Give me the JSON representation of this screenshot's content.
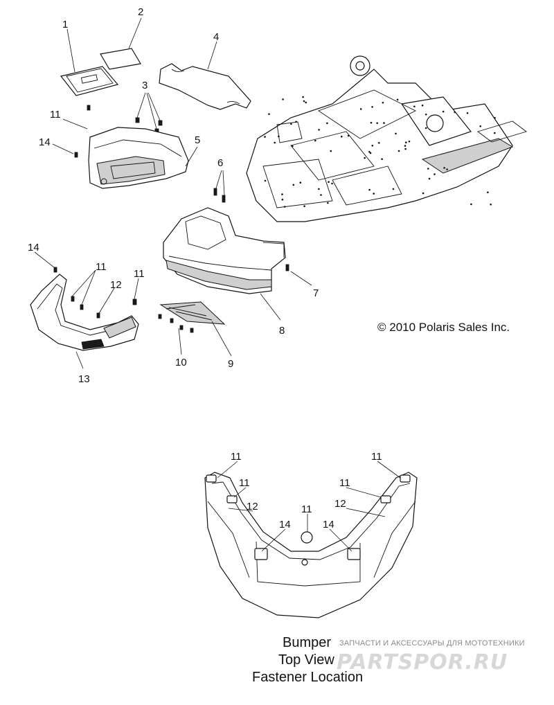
{
  "callouts": {
    "c1": "1",
    "c2": "2",
    "c3": "3",
    "c4": "4",
    "c5": "5",
    "c6": "6",
    "c7": "7",
    "c8": "8",
    "c9": "9",
    "c10": "10",
    "c11": "11",
    "c12": "12",
    "c13": "13",
    "c14": "14"
  },
  "copyright": "© 2010 Polaris Sales Inc.",
  "bumper_caption": {
    "line1": "Bumper",
    "line2": "Top View",
    "line3": "Fastener Location"
  },
  "watermark": {
    "tagline": "ЗАПЧАСТИ И АКСЕССУАРЫ ДЛЯ МОТОТЕХНИКИ",
    "logo": "PARTSPOR.RU"
  }
}
